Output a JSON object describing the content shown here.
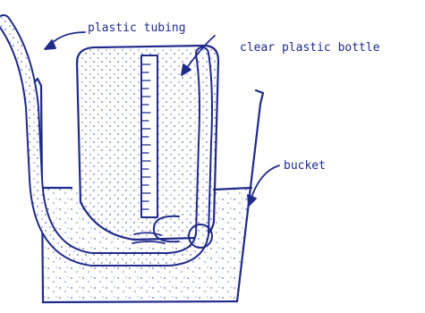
{
  "labels": {
    "tubing": "plastic tubing",
    "bottle": "clear plastic bottle",
    "bucket": "bucket"
  },
  "colors": {
    "ink": "#1f2a8a",
    "background": "#ffffff"
  }
}
